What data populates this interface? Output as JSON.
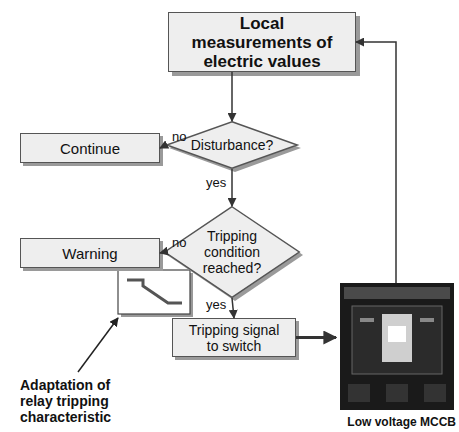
{
  "diagram": {
    "nodes": [
      {
        "text": [
          "Local measurements of electric values"
        ]
      },
      {
        "text": [
          "Continue"
        ]
      },
      {
        "text": [
          "Disturbance?"
        ]
      },
      {
        "text": [
          "Warning"
        ]
      },
      {
        "text": [
          "Tripping condition reached?"
        ]
      },
      {
        "text": [
          "Tripping signal to switch"
        ]
      },
      {
        "text": [
          "Low voltage MCCB"
        ]
      }
    ],
    "edges": [
      {
        "from": 0,
        "to": 2,
        "arrow": "to"
      },
      {
        "from": 2,
        "to": 1,
        "label": "no",
        "arrow": "to"
      },
      {
        "from": 2,
        "to": 4,
        "label": "yes",
        "arrow": "to"
      },
      {
        "from": 4,
        "to": 3,
        "label": "no",
        "arrow": "to"
      },
      {
        "from": 4,
        "to": 5,
        "label": "yes",
        "arrow": "to"
      },
      {
        "from": 5,
        "to": 6,
        "arrow": "to"
      },
      {
        "from": 6,
        "to": 0,
        "arrow": "to"
      }
    ],
    "labels": [
      "Adaptation of relay tripping characteristic"
    ]
  }
}
